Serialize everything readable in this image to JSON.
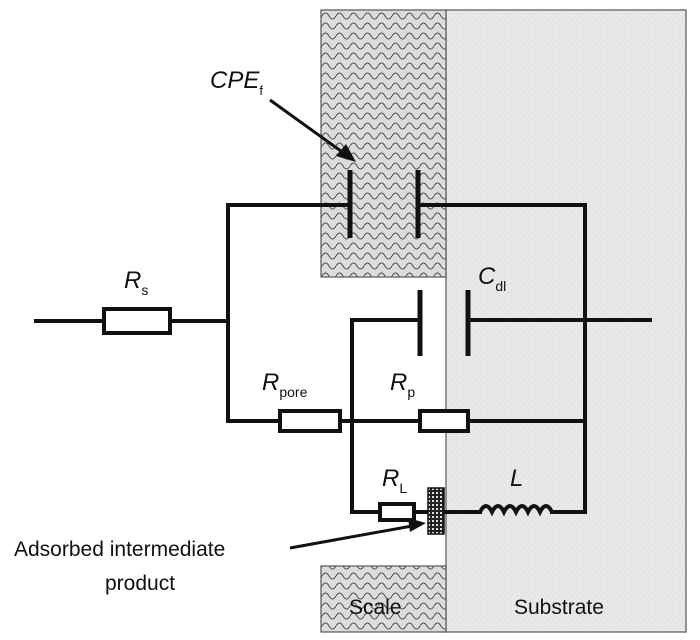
{
  "labels": {
    "cpe": "CPE",
    "cpe_sub": "f",
    "rs": "R",
    "rs_sub": "s",
    "cdl": "C",
    "cdl_sub": "dl",
    "rpore": "R",
    "rpore_sub": "pore",
    "rp": "R",
    "rp_sub": "p",
    "rl": "R",
    "rl_sub": "L",
    "l": "L",
    "adsorbed_line1": "Adsorbed intermediate",
    "adsorbed_line2": "product",
    "scale": "Scale",
    "substrate": "Substrate"
  },
  "colors": {
    "wire": "#111111",
    "substrate_fill": "#e6e6e6",
    "scale_fill": "#d9d9d9",
    "scale_pattern": "#555555"
  }
}
